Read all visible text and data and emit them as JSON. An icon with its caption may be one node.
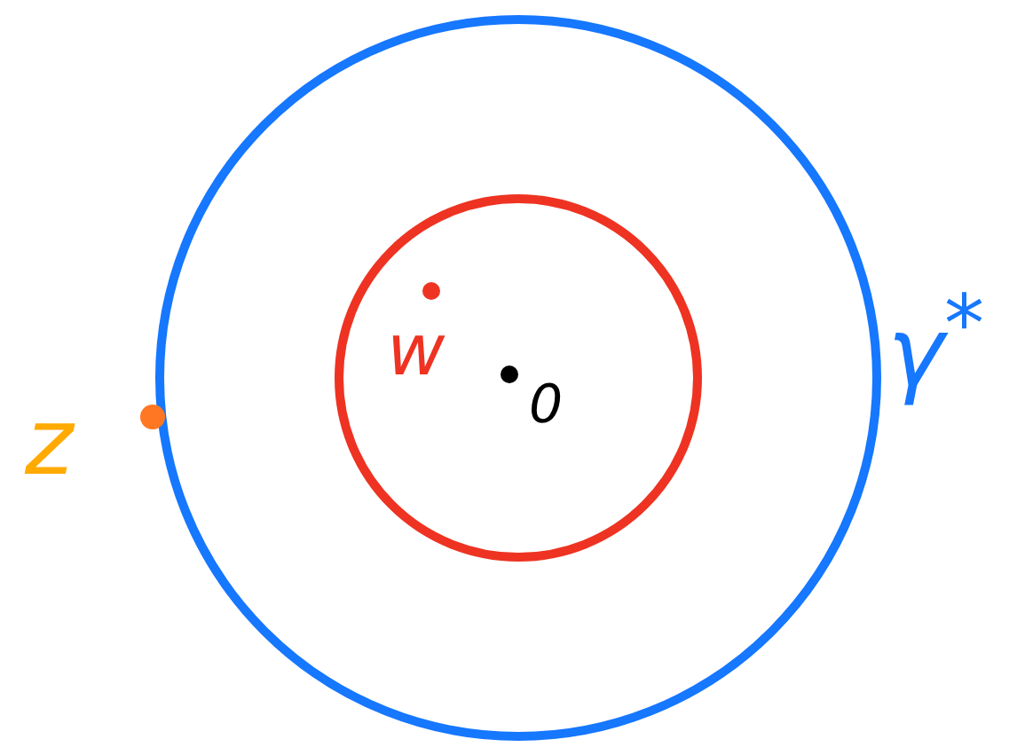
{
  "diagram": {
    "nodes": [
      {
        "text": [],
        "shape": "circle"
      },
      {
        "text": [],
        "shape": "circle",
        "in": 0
      }
    ],
    "labels": [
      "w",
      "0",
      "z",
      "γ$^{*}$"
    ]
  }
}
